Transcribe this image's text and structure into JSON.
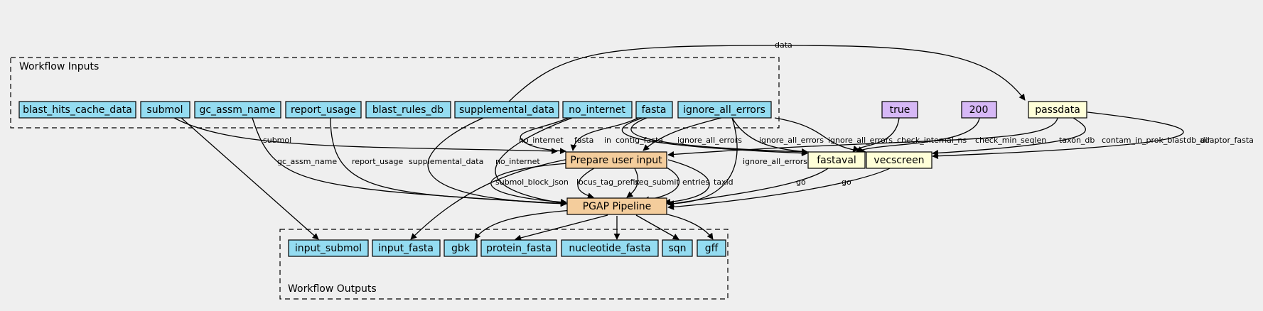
{
  "colors": {
    "background": "#efefef",
    "input": "#94dcf1",
    "step": "#f4cd9c",
    "tool": "#ffffd8",
    "constant": "#d6b8f6",
    "output": "#94dcf1"
  },
  "clusters": [
    {
      "id": "inputs",
      "label": "Workflow Inputs"
    },
    {
      "id": "outputs",
      "label": "Workflow Outputs"
    }
  ],
  "nodes": [
    {
      "id": "blast_hits_cache_data",
      "label": "blast_hits_cache_data",
      "kind": "input"
    },
    {
      "id": "submol",
      "label": "submol",
      "kind": "input"
    },
    {
      "id": "gc_assm_name",
      "label": "gc_assm_name",
      "kind": "input"
    },
    {
      "id": "report_usage",
      "label": "report_usage",
      "kind": "input"
    },
    {
      "id": "blast_rules_db",
      "label": "blast_rules_db",
      "kind": "input"
    },
    {
      "id": "supplemental_data",
      "label": "supplemental_data",
      "kind": "input"
    },
    {
      "id": "no_internet",
      "label": "no_internet",
      "kind": "input"
    },
    {
      "id": "fasta",
      "label": "fasta",
      "kind": "input"
    },
    {
      "id": "ignore_all_errors",
      "label": "ignore_all_errors",
      "kind": "input"
    },
    {
      "id": "true_const",
      "label": "true",
      "kind": "constant"
    },
    {
      "id": "c200",
      "label": "200",
      "kind": "constant"
    },
    {
      "id": "passdata",
      "label": "passdata",
      "kind": "tool"
    },
    {
      "id": "prepare",
      "label": "Prepare user input",
      "kind": "step"
    },
    {
      "id": "fastaval",
      "label": "fastaval",
      "kind": "tool"
    },
    {
      "id": "vecscreen",
      "label": "vecscreen",
      "kind": "tool"
    },
    {
      "id": "pgap",
      "label": "PGAP Pipeline",
      "kind": "step"
    },
    {
      "id": "out_input_submol",
      "label": "input_submol",
      "kind": "output"
    },
    {
      "id": "out_input_fasta",
      "label": "input_fasta",
      "kind": "output"
    },
    {
      "id": "out_gbk",
      "label": "gbk",
      "kind": "output"
    },
    {
      "id": "out_protein_fasta",
      "label": "protein_fasta",
      "kind": "output"
    },
    {
      "id": "out_nucleotide_fasta",
      "label": "nucleotide_fasta",
      "kind": "output"
    },
    {
      "id": "out_sqn",
      "label": "sqn",
      "kind": "output"
    },
    {
      "id": "out_gff",
      "label": "gff",
      "kind": "output"
    }
  ],
  "edges": [
    {
      "id": "e_data",
      "label": "data"
    },
    {
      "id": "e_submol_prep",
      "label": "submol"
    },
    {
      "id": "e_noint_prep",
      "label": "no_internet"
    },
    {
      "id": "e_fasta_prep",
      "label": "fasta"
    },
    {
      "id": "e_fasta_fastaval",
      "label": "in"
    },
    {
      "id": "e_fasta_vec",
      "label": "contig_fasta"
    },
    {
      "id": "e_ign_prep",
      "label": "ignore_all_errors"
    },
    {
      "id": "e_ign_fastaval",
      "label": "ignore_all_errors"
    },
    {
      "id": "e_ign_vec",
      "label": "ignore_all_errors"
    },
    {
      "id": "e_true_fv",
      "label": "check_internal_ns"
    },
    {
      "id": "e_200_fv",
      "label": "check_min_seqlen"
    },
    {
      "id": "e_pass_prep",
      "label": "taxon_db"
    },
    {
      "id": "e_pass_vec1",
      "label": "contam_in_prok_blastdb_dir"
    },
    {
      "id": "e_pass_vec2",
      "label": "adaptor_fasta"
    },
    {
      "id": "e_gc_pgap",
      "label": "gc_assm_name"
    },
    {
      "id": "e_rep_pgap",
      "label": "report_usage"
    },
    {
      "id": "e_supp_pgap",
      "label": "supplemental_data"
    },
    {
      "id": "e_noint_pgap",
      "label": "no_internet"
    },
    {
      "id": "e_ign_pgap",
      "label": "ignore_all_errors"
    },
    {
      "id": "e_prep_sbj",
      "label": "submol_block_json"
    },
    {
      "id": "e_prep_ltp",
      "label": "locus_tag_prefix"
    },
    {
      "id": "e_prep_seq",
      "label": "seq_submit"
    },
    {
      "id": "e_prep_ent",
      "label": "entries"
    },
    {
      "id": "e_prep_tax",
      "label": "taxid"
    },
    {
      "id": "e_fv_go",
      "label": "go"
    },
    {
      "id": "e_vec_go",
      "label": "go"
    },
    {
      "id": "e_submol_out",
      "label": ""
    },
    {
      "id": "e_prep_out",
      "label": ""
    },
    {
      "id": "e_pgap_gbk",
      "label": ""
    },
    {
      "id": "e_pgap_prot",
      "label": ""
    },
    {
      "id": "e_pgap_nuc",
      "label": ""
    },
    {
      "id": "e_pgap_sqn",
      "label": ""
    },
    {
      "id": "e_pgap_gff",
      "label": ""
    }
  ]
}
